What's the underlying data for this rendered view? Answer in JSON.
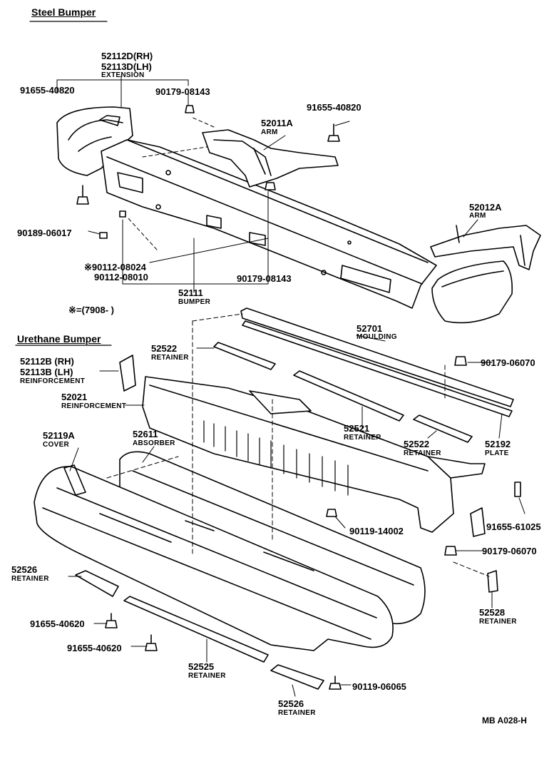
{
  "sections": {
    "steel": "Steel Bumper",
    "urethane": "Urethane Bumper"
  },
  "labels": {
    "p52112D": "52112D(RH)",
    "p52113D": "52113D(LH)",
    "extension": "EXTENSION",
    "p91655_40820_a": "91655-40820",
    "p90179_08143_a": "90179-08143",
    "p91655_40820_b": "91655-40820",
    "p52011A": "52011A",
    "arm_a": "ARM",
    "p52012A": "52012A",
    "arm_b": "ARM",
    "p90189_06017": "90189-06017",
    "p90112_08024": "※90112-08024",
    "p90112_08010": "90112-08010",
    "p90179_08143_b": "90179-08143",
    "p52111": "52111",
    "bumper": "BUMPER",
    "note": "※=(7908-      )",
    "p52522_a": "52522",
    "retainer_52522a": "RETAINER",
    "p52701": "52701",
    "moulding": "MOULDING",
    "p90179_06070_a": "90179-06070",
    "p52112B": "52112B (RH)",
    "p52113B": "52113B (LH)",
    "reinforcement_a": "REINFORCEMENT",
    "p52021": "52021",
    "reinforcement_b": "REINFORCEMENT",
    "p52119A": "52119A",
    "cover": "COVER",
    "p52611": "52611",
    "absorber": "ABSORBER",
    "p52521": "52521",
    "retainer_52521": "RETAINER",
    "p52522_b": "52522",
    "retainer_52522b": "RETAINER",
    "p52192": "52192",
    "plate": "PLATE",
    "p91655_61025": "91655-61025",
    "p90119_14002": "90119-14002",
    "p90179_06070_b": "90179-06070",
    "p52526_a": "52526",
    "retainer_52526a": "RETAINER",
    "p52528": "52528",
    "retainer_52528": "RETAINER",
    "p91655_40620_a": "91655-40620",
    "p91655_40620_b": "91655-40620",
    "p52525": "52525",
    "retainer_52525": "RETAINER",
    "p90119_06065": "90119-06065",
    "p52526_b": "52526",
    "retainer_52526b": "RETAINER",
    "ref": "MB A028-H"
  }
}
